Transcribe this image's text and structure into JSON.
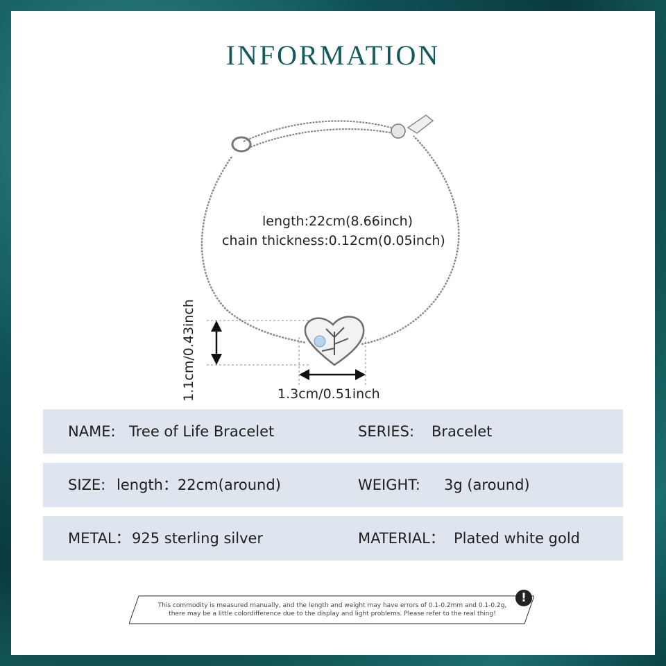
{
  "title": "INFORMATION",
  "dimensions": {
    "length": "length:22cm(8.66inch)",
    "chain_thickness": "chain thickness:0.12cm(0.05inch)",
    "height": "1.1cm/0.43inch",
    "width": "1.3cm/0.51inch"
  },
  "specs": {
    "name_label": "NAME:",
    "name_value": "Tree of Life Bracelet",
    "series_label": "SERIES:",
    "series_value": "Bracelet",
    "size_label": "SIZE:",
    "size_value": "length：22cm(around)",
    "weight_label": "WEIGHT:",
    "weight_value": "3g (around)",
    "metal_label": "METAL：",
    "metal_value": "925 sterling silver",
    "material_label": "MATERIAL：",
    "material_value": "Plated white gold"
  },
  "notice": {
    "line1": "This commodity is measured manually, and the length and weight may have errors of 0.1-0.2mm and 0.1-0.2g,",
    "line2": "there may be a little colordifference due to the display and light problems. Please refer to the real thing!",
    "icon": "exclamation-icon"
  },
  "colors": {
    "title": "#135a5e",
    "row_background": "#dfe5ee",
    "background": "#0f5157"
  }
}
